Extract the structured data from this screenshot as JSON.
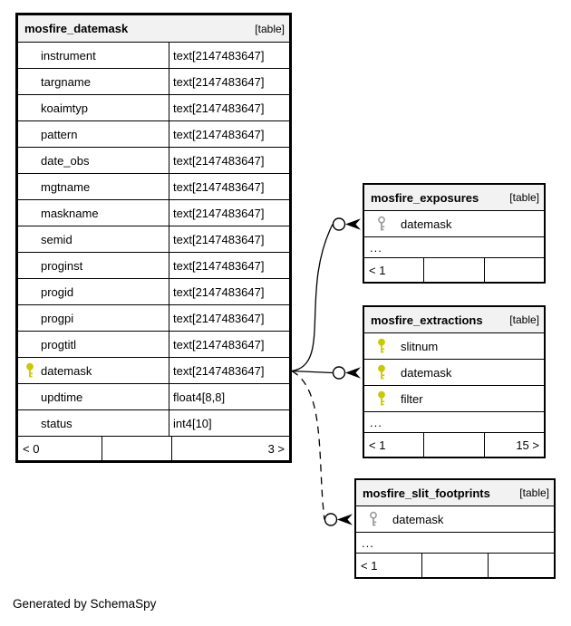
{
  "diagram": {
    "generated_by": "Generated by SchemaSpy",
    "colors": {
      "primary_key": "#c9c900",
      "foreign_key": "#9c9c9c",
      "header_bg": "#f2f2f2",
      "border": "#000000",
      "line": "#000000",
      "background": "#ffffff"
    },
    "tables": [
      {
        "id": "mosfire_datemask",
        "name": "mosfire_datemask",
        "tag": "[table]",
        "columns": [
          {
            "name": "instrument",
            "type": "text[2147483647]",
            "key": "none"
          },
          {
            "name": "targname",
            "type": "text[2147483647]",
            "key": "none"
          },
          {
            "name": "koaimtyp",
            "type": "text[2147483647]",
            "key": "none"
          },
          {
            "name": "pattern",
            "type": "text[2147483647]",
            "key": "none"
          },
          {
            "name": "date_obs",
            "type": "text[2147483647]",
            "key": "none"
          },
          {
            "name": "mgtname",
            "type": "text[2147483647]",
            "key": "none"
          },
          {
            "name": "maskname",
            "type": "text[2147483647]",
            "key": "none"
          },
          {
            "name": "semid",
            "type": "text[2147483647]",
            "key": "none"
          },
          {
            "name": "proginst",
            "type": "text[2147483647]",
            "key": "none"
          },
          {
            "name": "progid",
            "type": "text[2147483647]",
            "key": "none"
          },
          {
            "name": "progpi",
            "type": "text[2147483647]",
            "key": "none"
          },
          {
            "name": "progtitl",
            "type": "text[2147483647]",
            "key": "none"
          },
          {
            "name": "datemask",
            "type": "text[2147483647]",
            "key": "primary"
          },
          {
            "name": "updtime",
            "type": "float4[8,8]",
            "key": "none"
          },
          {
            "name": "status",
            "type": "int4[10]",
            "key": "none"
          }
        ],
        "footer": {
          "left": "< 0",
          "middle": "",
          "right": "3 >"
        }
      },
      {
        "id": "mosfire_exposures",
        "name": "mosfire_exposures",
        "tag": "[table]",
        "columns": [
          {
            "name": "datemask",
            "type": "",
            "key": "foreign"
          }
        ],
        "ellipsis": "...",
        "footer": {
          "left": "< 1",
          "middle": "",
          "right": ""
        }
      },
      {
        "id": "mosfire_extractions",
        "name": "mosfire_extractions",
        "tag": "[table]",
        "columns": [
          {
            "name": "slitnum",
            "type": "",
            "key": "primary"
          },
          {
            "name": "datemask",
            "type": "",
            "key": "primary"
          },
          {
            "name": "filter",
            "type": "",
            "key": "primary"
          }
        ],
        "ellipsis": "...",
        "footer": {
          "left": "< 1",
          "middle": "",
          "right": "15 >"
        }
      },
      {
        "id": "mosfire_slit_footprints",
        "name": "mosfire_slit_footprints",
        "tag": "[table]",
        "columns": [
          {
            "name": "datemask",
            "type": "",
            "key": "foreign"
          }
        ],
        "ellipsis": "...",
        "footer": {
          "left": "< 1",
          "middle": "",
          "right": ""
        }
      }
    ],
    "relationships": [
      {
        "from_table": "mosfire_datemask",
        "from_column": "datemask",
        "to_table": "mosfire_exposures",
        "to_column": "datemask",
        "line_style": "solid"
      },
      {
        "from_table": "mosfire_datemask",
        "from_column": "datemask",
        "to_table": "mosfire_extractions",
        "to_column": "datemask",
        "line_style": "solid"
      },
      {
        "from_table": "mosfire_datemask",
        "from_column": "datemask",
        "to_table": "mosfire_slit_footprints",
        "to_column": "datemask",
        "line_style": "dashed"
      }
    ]
  }
}
